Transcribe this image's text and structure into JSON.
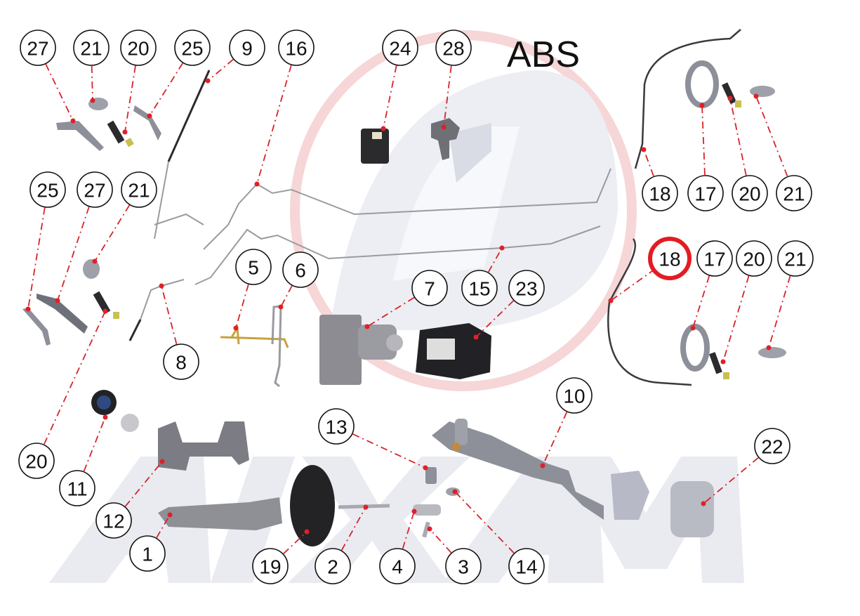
{
  "diagram": {
    "title": "ABS",
    "watermark_logo": "AIXAM",
    "colors": {
      "leader": "#d8232a",
      "highlight": "#e41b23",
      "callout_stroke": "#111111",
      "part_grey": "#8d8f99",
      "part_dark": "#2b2b2e",
      "brass": "#c8a23c",
      "watermark_grey": "#e6e8ef",
      "watermark_red": "#f5d3d4"
    },
    "highlighted_callout": "18",
    "callouts": [
      {
        "label": "27",
        "name": "bracket-27-top",
        "part": "bracket"
      },
      {
        "label": "21",
        "name": "clip-21-top-left",
        "part": "clip"
      },
      {
        "label": "20",
        "name": "sensor-20-top-left",
        "part": "sensor"
      },
      {
        "label": "25",
        "name": "bracket-25-top",
        "part": "bracket"
      },
      {
        "label": "9",
        "name": "brake-hose-9",
        "part": "hose"
      },
      {
        "label": "16",
        "name": "brake-pipe-16",
        "part": "pipe"
      },
      {
        "label": "24",
        "name": "abs-module-24",
        "part": "module"
      },
      {
        "label": "28",
        "name": "mount-clip-28",
        "part": "clip"
      },
      {
        "label": "18",
        "name": "flex-hose-18-top",
        "part": "hose"
      },
      {
        "label": "17",
        "name": "tone-ring-17-top",
        "part": "ring"
      },
      {
        "label": "20",
        "name": "sensor-20-top-right",
        "part": "sensor"
      },
      {
        "label": "21",
        "name": "clip-21-top-right",
        "part": "clip"
      },
      {
        "label": "25",
        "name": "bracket-25-mid",
        "part": "bracket"
      },
      {
        "label": "27",
        "name": "bracket-27-mid",
        "part": "bracket"
      },
      {
        "label": "21",
        "name": "clip-21-mid-left",
        "part": "clip"
      },
      {
        "label": "5",
        "name": "brass-pipe-5",
        "part": "pipe"
      },
      {
        "label": "6",
        "name": "pipe-6",
        "part": "pipe"
      },
      {
        "label": "8",
        "name": "hose-8",
        "part": "hose"
      },
      {
        "label": "7",
        "name": "abs-pump-7",
        "part": "pump"
      },
      {
        "label": "15",
        "name": "brake-pipe-15",
        "part": "pipe"
      },
      {
        "label": "23",
        "name": "pump-bracket-23",
        "part": "bracket"
      },
      {
        "label": "18",
        "name": "flex-hose-18-bottom",
        "part": "hose"
      },
      {
        "label": "17",
        "name": "tone-ring-17-bottom",
        "part": "ring"
      },
      {
        "label": "20",
        "name": "sensor-20-bottom-right",
        "part": "sensor"
      },
      {
        "label": "21",
        "name": "clip-21-bottom-right",
        "part": "clip"
      },
      {
        "label": "10",
        "name": "brake-pedal-10",
        "part": "pedal"
      },
      {
        "label": "20",
        "name": "sensor-20-bottom-left",
        "part": "sensor"
      },
      {
        "label": "11",
        "name": "reservoir-cap-11",
        "part": "cap"
      },
      {
        "label": "12",
        "name": "reservoir-12",
        "part": "reservoir"
      },
      {
        "label": "1",
        "name": "master-cylinder-1",
        "part": "cylinder"
      },
      {
        "label": "13",
        "name": "bolt-13",
        "part": "bolt"
      },
      {
        "label": "22",
        "name": "pedal-pad-22",
        "part": "pad"
      },
      {
        "label": "19",
        "name": "booster-seal-19",
        "part": "seal"
      },
      {
        "label": "2",
        "name": "push-rod-2",
        "part": "rod"
      },
      {
        "label": "4",
        "name": "clevis-4",
        "part": "clevis"
      },
      {
        "label": "3",
        "name": "pin-3",
        "part": "pin"
      },
      {
        "label": "14",
        "name": "washer-14",
        "part": "washer"
      }
    ]
  }
}
